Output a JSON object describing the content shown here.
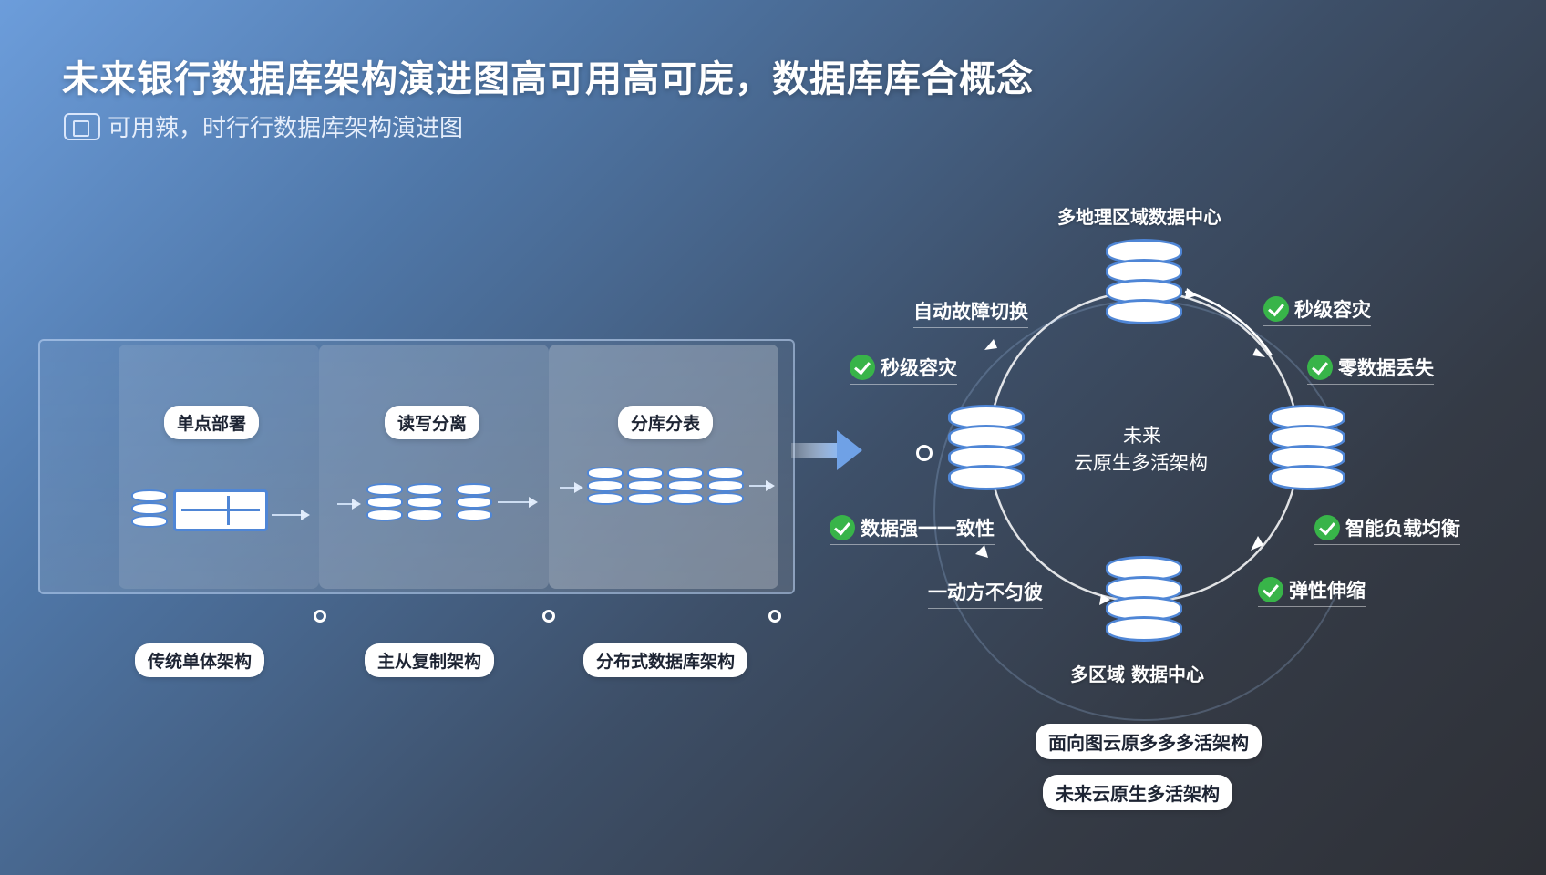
{
  "header": {
    "title": "未来银行数据库架构演进图高可用高可庑，数据库库合概念",
    "subtitle": "可用辣，时行行数据库架构演进图"
  },
  "evolution": {
    "stages": [
      {
        "label": "单点部署",
        "caption": "传统单体架构"
      },
      {
        "label": "读写分离",
        "caption": "主从复制架构"
      },
      {
        "label": "分库分表",
        "caption": "分布式数据库架构"
      }
    ]
  },
  "ring": {
    "top_label": "多地理区域数据中心",
    "bottom_label": "多区域 数据中心",
    "center_line1": "未来",
    "center_line2": "云原生多活架构",
    "left_top_label": "自动故障切换",
    "left_bottom_label": "一动方不匀彼",
    "features_left": [
      "秒级容灾",
      "数据强一一致性"
    ],
    "features_right": [
      "秒级容灾",
      "零数据丢失",
      "智能负载均衡",
      "弹性伸缩"
    ]
  },
  "footer_pills": [
    "面向图云原多多多活架构",
    "未来云原生多活架构"
  ],
  "colors": {
    "accent": "#4f86d6",
    "check": "#38b449"
  }
}
